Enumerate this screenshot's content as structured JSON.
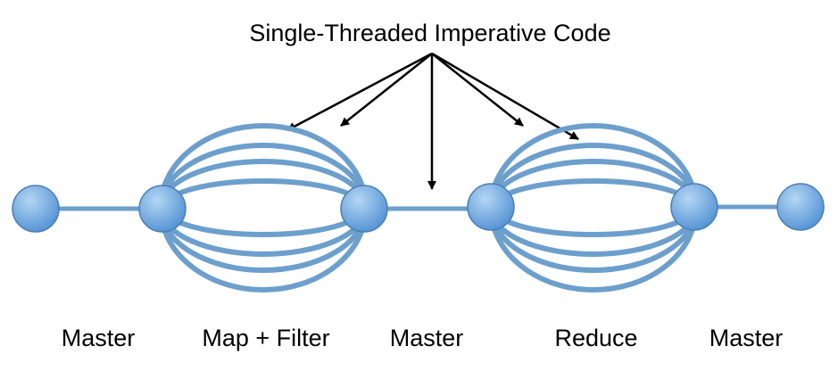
{
  "title": "Single-Threaded Imperative Code",
  "stages": [
    {
      "label": "Master"
    },
    {
      "label": "Map + Filter"
    },
    {
      "label": "Master"
    },
    {
      "label": "Reduce"
    },
    {
      "label": "Master"
    }
  ],
  "colors": {
    "line": "#6d9fcd",
    "node_light": "#b4d6f4",
    "node_dark": "#4f8fd2",
    "node_stroke": "#4a7fb5",
    "arrow": "#000000",
    "text": "#000000"
  }
}
